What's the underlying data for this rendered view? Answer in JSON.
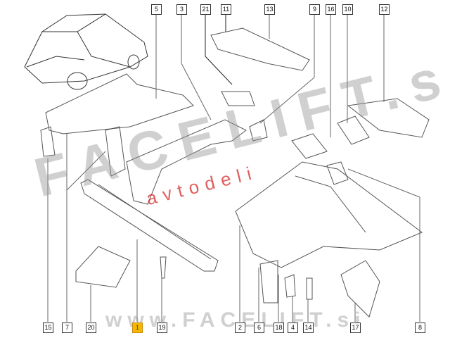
{
  "diagram": {
    "top_labels": [
      "5",
      "3",
      "21",
      "11",
      "13",
      "9",
      "16",
      "10",
      "12"
    ],
    "bottom_labels": [
      "15",
      "7",
      "20",
      "1",
      "19",
      "2",
      "6",
      "18",
      "4",
      "14",
      "17",
      "8"
    ],
    "highlighted_label": "1",
    "highlight_color": "#f5b800"
  },
  "watermark": {
    "brand": "FACELIFT.si",
    "subtitle": "avtodeli",
    "url": "www.FACELIFT.si"
  }
}
